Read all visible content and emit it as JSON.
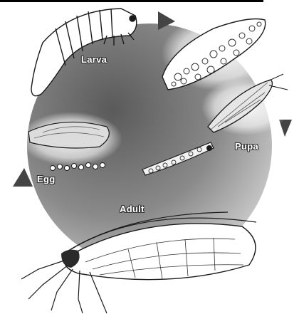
{
  "diagram": {
    "labels": {
      "larva": "Larva",
      "pupa": "Pupa",
      "adult": "Adult",
      "egg": "Egg"
    },
    "colors": {
      "circle_dark": "#2e2e2e",
      "circle_light": "#e8e8e8",
      "label_text": "#ffffff",
      "outline": "#1a1a1a"
    }
  }
}
